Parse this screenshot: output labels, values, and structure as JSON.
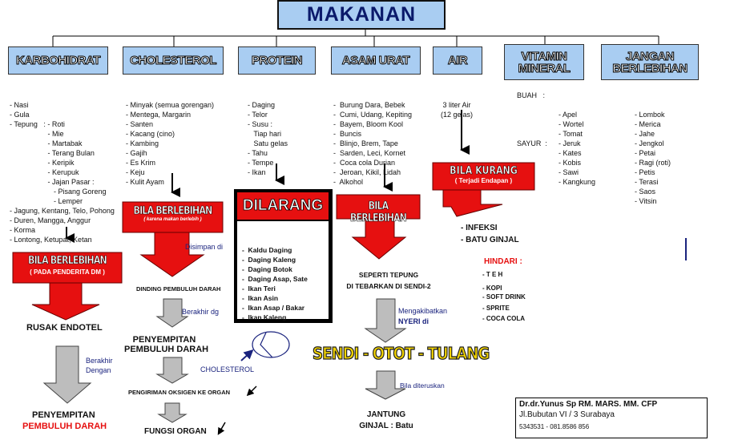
{
  "title": "MAKANAN",
  "categories": [
    {
      "label": "KARBOHIDRAT"
    },
    {
      "label": "CHOLESTEROL"
    },
    {
      "label": "PROTEIN"
    },
    {
      "label": "ASAM URAT"
    },
    {
      "label": "AIR"
    },
    {
      "label": "VITAMIN MINERAL"
    },
    {
      "label": "JANGAN BERLEBIHAN"
    }
  ],
  "karbohidrat": {
    "items": [
      "- Nasi",
      "- Gula",
      "- Tepung   : - Roti",
      "                   - Mie",
      "                   - Martabak",
      "                   - Terang Bulan",
      "                   - Keripik",
      "                   - Kerupuk",
      "                   - Jajan Pasar :",
      "                      - Pisang Goreng",
      "                      - Lemper",
      "- Jagung, Kentang, Telo, Pohong",
      "- Duren, Mangga, Anggur",
      "- Korma",
      "- Lontong, Ketupat, Ketan"
    ],
    "callout_title": "BILA BERLEBIHAN",
    "callout_sub": "( PADA PENDERITA DM )",
    "result": "RUSAK ENDOTEL",
    "connector": [
      "Berakhir",
      "Dengan"
    ],
    "final_1": "PENYEMPITAN",
    "final_2": "PEMBULUH DARAH"
  },
  "cholesterol": {
    "items": [
      "- Minyak (semua gorengan)",
      "- Mentega, Margarin",
      "- Santen",
      "- Kacang (cino)",
      "- Kambing",
      "- Gajih",
      "- Es Krim",
      "- Keju",
      "- Kulit Ayam"
    ],
    "callout_title": "BILA BERLEBIHAN",
    "callout_sub": "( karena makan berlebih )",
    "disimpan": "Disimpan di",
    "dinding": "DINDING PEMBULUH DARAH",
    "berakhir": "Berakhir dg",
    "penyempitan_1": "PENYEMPITAN",
    "penyempitan_2": "PEMBULUH DARAH",
    "cholesterol_label": "CHOLESTEROL",
    "pengiriman": "PENGIRIMAN OKSIGEN KE ORGAN",
    "fungsi": "FUNGSI ORGAN"
  },
  "protein": {
    "items": [
      "- Daging",
      "- Telor",
      "- Susu :",
      "   Tiap hari",
      "   Satu gelas",
      "- Tahu",
      "- Tempe",
      "- Ikan"
    ],
    "dilarang_title": "DILARANG",
    "dilarang_items": [
      "-  Kaldu Daging",
      "-  Daging Kaleng",
      "-  Daging Botok",
      "-  Daging Asap, Sate",
      "-  Ikan Teri",
      "-  Ikan Asin",
      "-  Ikan Asap / Bakar",
      "-  Ikan Kaleng"
    ]
  },
  "asam_urat": {
    "items": [
      "-  Burung Dara, Bebek",
      "-  Cumi, Udang, Kepiting",
      "-  Bayem, Bloom Kool",
      "-  Buncis",
      "-  Blinjo, Brem, Tape",
      "-  Sarden, Leci, Kornet",
      "-  Coca cola Durian",
      "-  Jeroan, Kikil, Lidah",
      "-  Alkohol"
    ],
    "callout_title": "BILA BERLEBIHAN",
    "seperti": "SEPERTI TEPUNG",
    "ditebarkan": "DI TEBARKAN DI SENDI-2",
    "mengakibatkan": "Mengakibatkan",
    "nyeri": "NYERI  di",
    "sendi": "SENDI - OTOT - TULANG",
    "diteruskan": "Bila diteruskan",
    "jantung": "JANTUNG",
    "ginjal": "GINJAL : Batu"
  },
  "air": {
    "items": [
      "3 liter Air",
      "(12 gelas)"
    ],
    "callout_title": "BILA KURANG",
    "callout_sub": "( Terjadi Endapan )",
    "results": [
      "-  INFEKSI",
      "-  BATU GINJAL"
    ],
    "hindari_title": "HINDARI :",
    "hindari_items": [
      "- T E H",
      "- KOPI",
      "- SOFT DRINK",
      "- SPRITE",
      "- COCA COLA"
    ]
  },
  "vitamin": {
    "buah_label": "BUAH   :",
    "buah": [
      "- Apel",
      "- Wortel",
      "- Tomat",
      "- Jeruk",
      "- Kates"
    ],
    "sayur_label": "SAYUR  :",
    "sayur": [
      "- Kobis",
      "- Sawi",
      "- Kangkung"
    ]
  },
  "jangan": {
    "items": [
      "- Lombok",
      "- Merica",
      "- Jahe",
      "- Jengkol",
      "- Petai",
      "- Ragi (roti)",
      "- Petis",
      "- Terasi",
      "- Saos",
      "- Vitsin"
    ]
  },
  "signature": {
    "name": "Dr.dr.Yunus Sp RM. MARS. MM. CFP",
    "address": "Jl.Bubutan VI / 3 Surabaya",
    "phone": "5343531 - 081.8586 856"
  },
  "colors": {
    "red": "#e61010",
    "gray": "#bdbdbd",
    "header": "#a9cdf2",
    "navy": "#1a237e",
    "yellow": "#f3d400"
  }
}
